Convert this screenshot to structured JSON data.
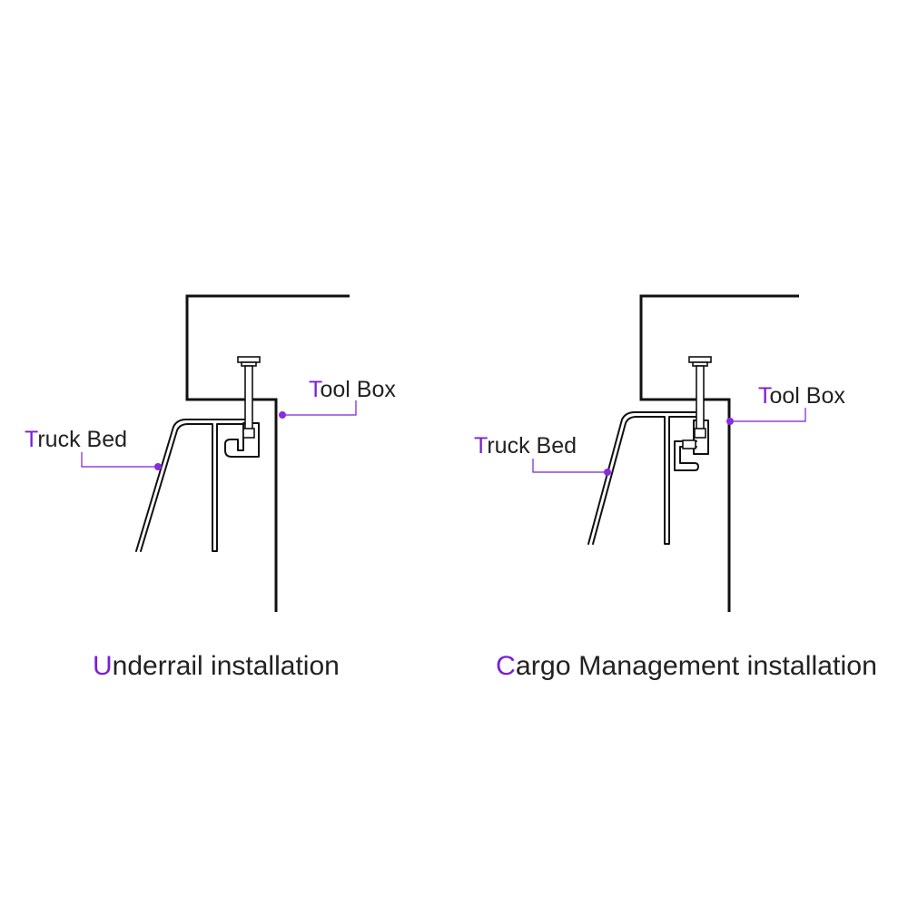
{
  "accent_color": "#7a1fd6",
  "diagrams": [
    {
      "caption": "Underrail installation",
      "caption_first": "U",
      "caption_rest": "nderrail installation",
      "truck_bed_first": "T",
      "truck_bed_rest": "ruck Bed",
      "tool_box_first": "T",
      "tool_box_rest": "ool Box"
    },
    {
      "caption": "Cargo Management installation",
      "caption_first": "C",
      "caption_rest": "argo Management installation",
      "truck_bed_first": "T",
      "truck_bed_rest": "ruck Bed",
      "tool_box_first": "T",
      "tool_box_rest": "ool Box"
    }
  ]
}
